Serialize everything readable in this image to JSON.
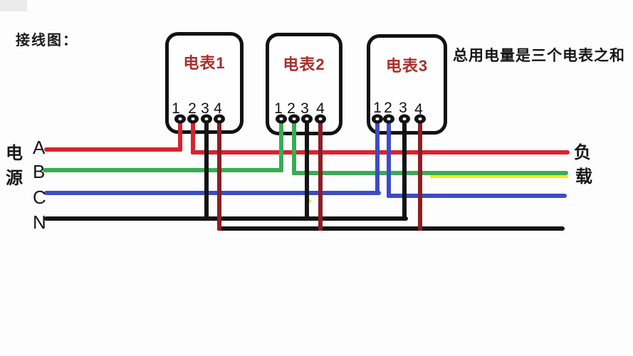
{
  "title": "接线图：",
  "annotation": "总用电量是三个电表之和",
  "source": {
    "char1": "电",
    "char2": "源"
  },
  "load": {
    "char1": "负",
    "char2": "载"
  },
  "bus_lines": [
    {
      "label": "A",
      "color": "#d8232e",
      "role": "phase-a"
    },
    {
      "label": "B",
      "color": "#38ad53",
      "role": "phase-b"
    },
    {
      "label": "C",
      "color": "#3d4cc4",
      "role": "phase-c"
    },
    {
      "label": "N",
      "color": "#141414",
      "role": "neutral"
    }
  ],
  "meters": [
    {
      "label": "电表1",
      "phase": "A",
      "wire_color": "#d8232e",
      "terminals": [
        "1",
        "2",
        "3",
        "4"
      ]
    },
    {
      "label": "电表2",
      "phase": "B",
      "wire_color": "#38ad53",
      "terminals": [
        "1",
        "2",
        "3",
        "4"
      ]
    },
    {
      "label": "电表3",
      "phase": "C",
      "wire_color": "#3d4cc4",
      "terminals": [
        "1",
        "2",
        "3",
        "4"
      ]
    }
  ],
  "colors": {
    "neutral_return_wire": "#8b1e26",
    "yellow_stripe": "#efec12",
    "meter_label": "#a8302c",
    "text": "#1b1b1b",
    "background": "#fdfdfd"
  }
}
